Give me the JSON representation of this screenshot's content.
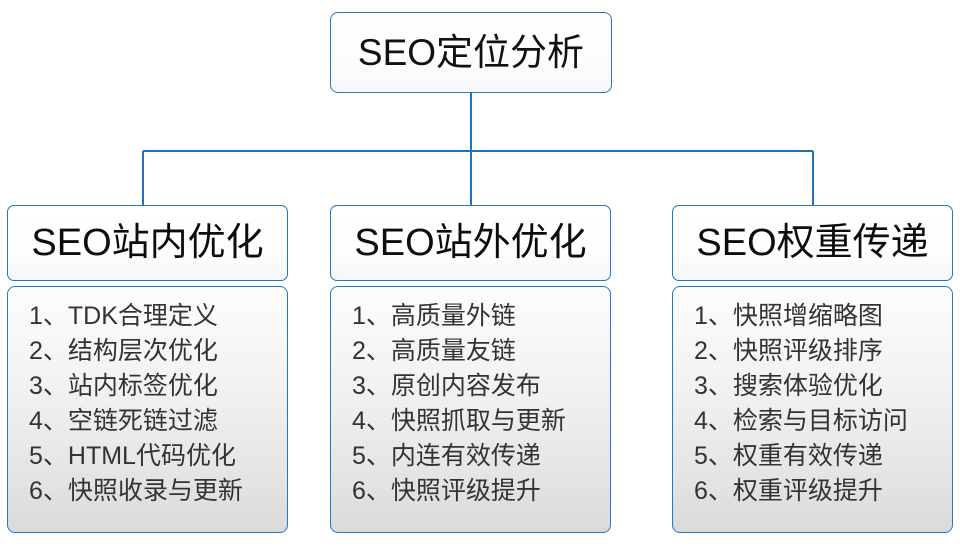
{
  "diagram": {
    "type": "organization-tree",
    "accent_color": "#2277c4",
    "text_color": "#333333",
    "root": {
      "label": "SEO定位分析"
    },
    "branches": [
      {
        "header": "SEO站内优化",
        "items": [
          {
            "num": "1、",
            "text": "TDK合理定义"
          },
          {
            "num": "2、",
            "text": "结构层次优化"
          },
          {
            "num": "3、",
            "text": "站内标签优化"
          },
          {
            "num": "4、",
            "text": "空链死链过滤"
          },
          {
            "num": "5、",
            "text": "HTML代码优化"
          },
          {
            "num": "6、",
            "text": "快照收录与更新"
          }
        ]
      },
      {
        "header": "SEO站外优化",
        "items": [
          {
            "num": "1、",
            "text": "高质量外链"
          },
          {
            "num": "2、",
            "text": "高质量友链"
          },
          {
            "num": "3、",
            "text": "原创内容发布"
          },
          {
            "num": "4、",
            "text": "快照抓取与更新"
          },
          {
            "num": "5、",
            "text": "内连有效传递"
          },
          {
            "num": "6、",
            "text": "快照评级提升"
          }
        ]
      },
      {
        "header": "SEO权重传递",
        "items": [
          {
            "num": "1、",
            "text": "快照增缩略图"
          },
          {
            "num": "2、",
            "text": "快照评级排序"
          },
          {
            "num": "3、",
            "text": "搜索体验优化"
          },
          {
            "num": "4、",
            "text": "检索与目标访问"
          },
          {
            "num": "5、",
            "text": "权重有效传递"
          },
          {
            "num": "6、",
            "text": "权重评级提升"
          }
        ]
      }
    ]
  }
}
